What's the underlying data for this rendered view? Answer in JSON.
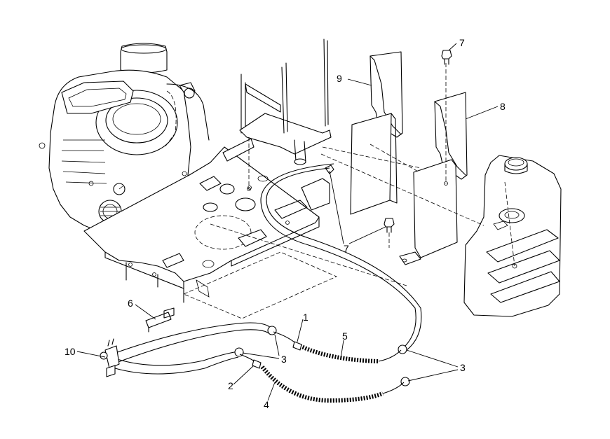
{
  "callouts": [
    {
      "id": "c1",
      "label": "1"
    },
    {
      "id": "c2",
      "label": "2"
    },
    {
      "id": "c3a",
      "label": "3"
    },
    {
      "id": "c3b",
      "label": "3"
    },
    {
      "id": "c4",
      "label": "4"
    },
    {
      "id": "c5",
      "label": "5"
    },
    {
      "id": "c6",
      "label": "6"
    },
    {
      "id": "c7a",
      "label": "7"
    },
    {
      "id": "c7b",
      "label": "7"
    },
    {
      "id": "c8",
      "label": "8"
    },
    {
      "id": "c9",
      "label": "9"
    },
    {
      "id": "c10",
      "label": "10"
    }
  ]
}
